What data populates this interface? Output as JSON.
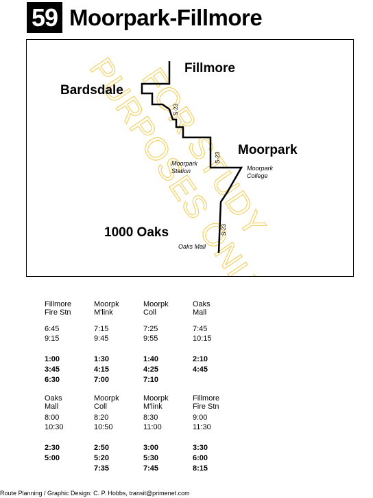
{
  "header": {
    "route_number": "59",
    "route_name": "Moorpark-Fillmore"
  },
  "map": {
    "places": {
      "fillmore": "Fillmore",
      "bardsdale": "Bardsdale",
      "moorpark": "Moorpark",
      "thousand_oaks": "1000 Oaks"
    },
    "stops": {
      "moorpark_station_1": "Moorpark",
      "moorpark_station_2": "Station",
      "moorpark_college_1": "Moorpark",
      "moorpark_college_2": "College",
      "oaks_mall": "Oaks Mall"
    },
    "road_markers": {
      "s23_a": "S-23",
      "s23_b": "S-23",
      "s23_c": "S-23"
    },
    "watermark": {
      "line1": "FOR STUDY",
      "line2": "PURPOSES ONLY",
      "color": "#f2cf5a"
    }
  },
  "timetable": {
    "southbound": {
      "columns": [
        {
          "h1": "Fillmore",
          "h2": "Fire Stn",
          "times": [
            "6:45",
            "9:15"
          ],
          "pm": [
            "1:00",
            "3:45",
            "6:30"
          ]
        },
        {
          "h1": "Moorpk",
          "h2": "M'link",
          "times": [
            "7:15",
            "9:45"
          ],
          "pm": [
            "1:30",
            "4:15",
            "7:00"
          ]
        },
        {
          "h1": "Moorpk",
          "h2": "Coll",
          "times": [
            "7:25",
            "9:55"
          ],
          "pm": [
            "1:40",
            "4:25",
            "7:10"
          ]
        },
        {
          "h1": "Oaks",
          "h2": "Mall",
          "times": [
            "7:45",
            "10:15"
          ],
          "pm": [
            "2:10",
            "4:45",
            ""
          ]
        }
      ]
    },
    "northbound": {
      "columns": [
        {
          "h1": "Oaks",
          "h2": "Mall",
          "times": [
            "8:00",
            "10:30"
          ],
          "pm": [
            "2:30",
            "5:00",
            ""
          ]
        },
        {
          "h1": "Moorpk",
          "h2": "Coll",
          "times": [
            "8:20",
            "10:50"
          ],
          "pm": [
            "2:50",
            "5:20",
            "7:35"
          ]
        },
        {
          "h1": "Moorpk",
          "h2": "M'link",
          "times": [
            "8:30",
            "11:00"
          ],
          "pm": [
            "3:00",
            "5:30",
            "7:45"
          ]
        },
        {
          "h1": "Fillmore",
          "h2": "Fire Stn",
          "times": [
            "9:00",
            "11:30"
          ],
          "pm": [
            "3:30",
            "6:00",
            "8:15"
          ]
        }
      ]
    },
    "pm_note": "PM times in bold"
  },
  "footer": {
    "credit": "Route Planning / Graphic Design: C. P. Hobbs, transit@primenet.com"
  }
}
